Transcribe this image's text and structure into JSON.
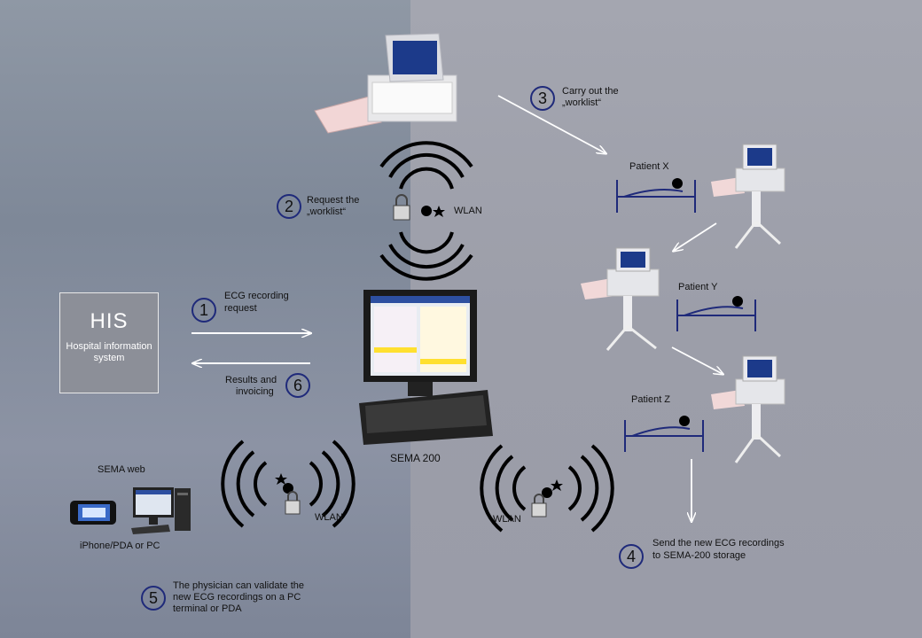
{
  "his": {
    "title": "HIS",
    "subtitle": "Hospital information system"
  },
  "steps": [
    {
      "num": "1",
      "text": "ECG recording request"
    },
    {
      "num": "2",
      "text": "Request the „worklist“"
    },
    {
      "num": "3",
      "text": "Carry out the „worklist“"
    },
    {
      "num": "4",
      "text": "Send the new ECG recordings to SEMA-200 storage"
    },
    {
      "num": "5",
      "text": "The physician can validate the new ECG recordings on a PC terminal or PDA"
    },
    {
      "num": "6",
      "text": "Results and invoicing"
    }
  ],
  "labels": {
    "step1_line1": "ECG recording",
    "step1_line2": "request",
    "step2_line1": "Request the",
    "step2_line2": "„worklist“",
    "step3_line1": "Carry out the",
    "step3_line2": "„worklist“",
    "step4_line1": "Send the new ECG recordings",
    "step4_line2": "to SEMA-200 storage",
    "step5_line1": "The physician can validate the",
    "step5_line2": "new ECG recordings on a PC",
    "step5_line3": "terminal or PDA",
    "step6_line1": "Results and",
    "step6_line2": "invoicing",
    "sema": "SEMA 200",
    "sema_web": "SEMA web",
    "device_caption": "iPhone/PDA or PC",
    "wlan": "WLAN",
    "patient_x": "Patient X",
    "patient_y": "Patient Y",
    "patient_z": "Patient Z"
  },
  "colors": {
    "circle_border": "#1f2a7a",
    "arrows": "#ffffff",
    "bed": "#1f2a7a"
  }
}
